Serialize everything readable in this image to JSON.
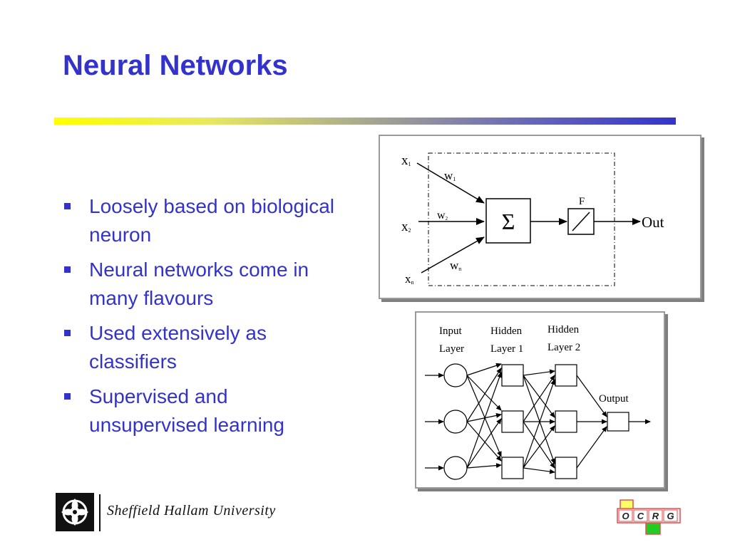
{
  "slide": {
    "title": "Neural Networks",
    "bullets": [
      "Loosely based on biological neuron",
      "Neural networks come in many flavours",
      "Used extensively as classifiers",
      "Supervised and unsupervised learning"
    ]
  },
  "perceptron_diagram": {
    "inputs": [
      {
        "base": "x",
        "sub": "1"
      },
      {
        "base": "x",
        "sub": "2"
      },
      {
        "base": "x",
        "sub": "n"
      }
    ],
    "weights": [
      {
        "base": "w",
        "sub": "1"
      },
      {
        "base": "w",
        "sub": "2"
      },
      {
        "base": "w",
        "sub": "n"
      }
    ],
    "sum_symbol": "Σ",
    "activation_label": "F",
    "output_label": "Out"
  },
  "mlp_diagram": {
    "layers": [
      {
        "line1": "Input",
        "line2": "Layer"
      },
      {
        "line1": "Hidden",
        "line2": "Layer 1"
      },
      {
        "line1": "Hidden",
        "line2": "Layer 2"
      }
    ],
    "output_label": "Output"
  },
  "footer": {
    "university": "Sheffield Hallam University",
    "logo_letters": [
      "O",
      "C",
      "R",
      "G"
    ]
  },
  "colors": {
    "title": "#3333cc",
    "bullet_text": "#3333cc",
    "rule_start": "#ffff00",
    "rule_end": "#3333cc"
  }
}
